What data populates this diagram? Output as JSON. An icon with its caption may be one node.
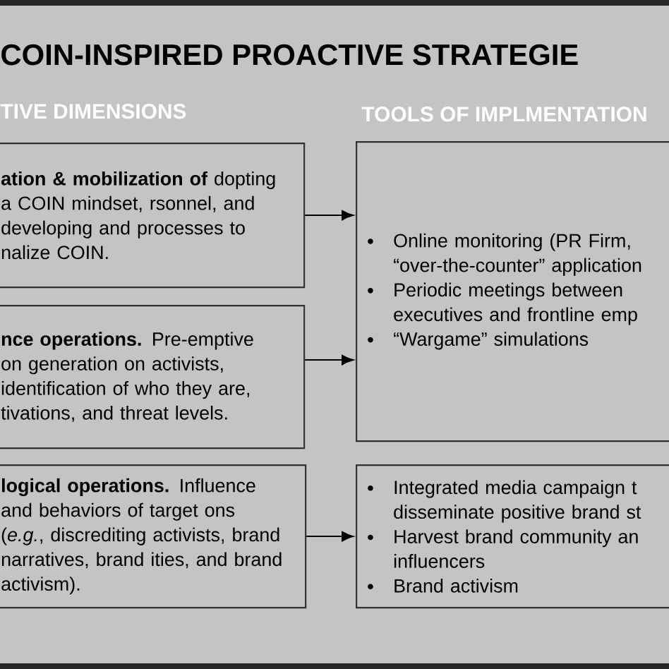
{
  "diagram": {
    "title": "COIN-INSPIRED PROACTIVE STRATEGIE",
    "nodes": [
      {
        "text": [
          "**ation & mobilization of** dopting a COIN mindset, rsonnel, and developing and processes to nalize COIN."
        ]
      },
      {
        "text": [
          "**nce operations.** Pre-emptive on generation on activists, identification of who they are, tivations, and threat levels."
        ]
      },
      {
        "text": [
          "**logical operations.** Influence and behaviors of target ons (*e.g.*, discrediting activists, brand narratives, brand ities, and brand activism)."
        ]
      },
      {
        "text": [
          "Online monitoring (PR Firm, “over-the-counter” application",
          "Periodic meetings between executives and frontline emp",
          "“Wargame” simulations"
        ]
      },
      {
        "text": [
          "Integrated media campaign t disseminate positive brand st",
          "Harvest brand community an influencers",
          "Brand activism"
        ]
      }
    ],
    "edges": [
      {
        "from": 0,
        "to": 3,
        "arrow": "to"
      },
      {
        "from": 1,
        "to": 3,
        "arrow": "to"
      },
      {
        "from": 2,
        "to": 4,
        "arrow": "to"
      }
    ],
    "labels": [
      "TIVE DIMENSIONS",
      "TOOLS OF IMPLMENTATION"
    ]
  }
}
